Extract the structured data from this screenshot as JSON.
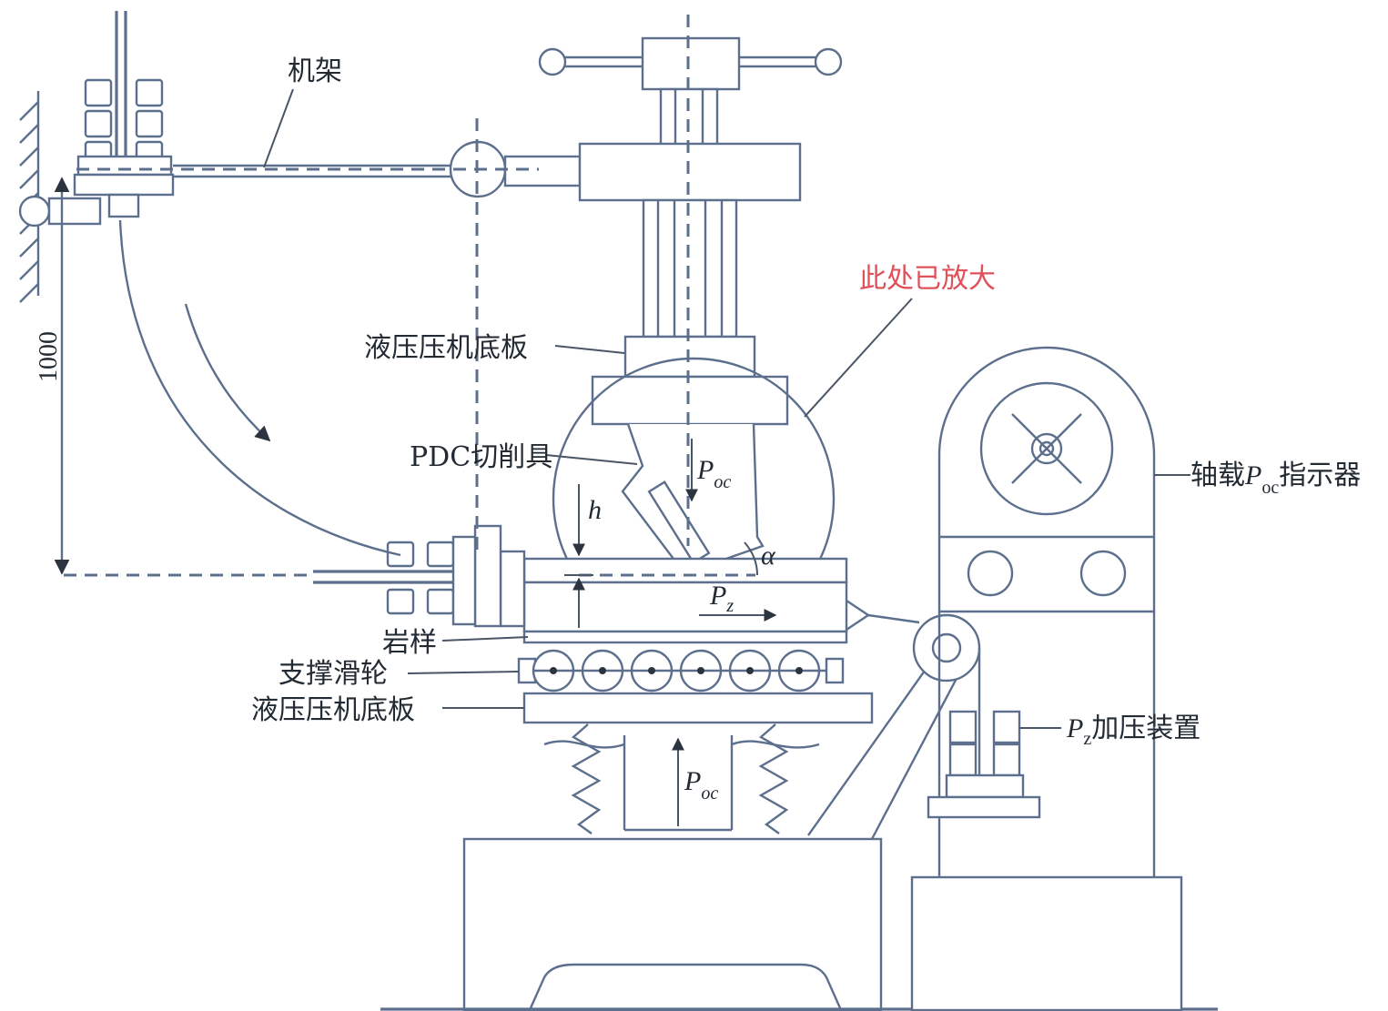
{
  "labels": {
    "frame": "机架",
    "magnified": "此处已放大",
    "press_plate_top": "液压压机底板",
    "pdc_cutter": "PDC切削具",
    "rock_sample": "岩样",
    "support_pulley": "支撑滑轮",
    "press_plate_bottom": "液压压机底板",
    "axial_indicator_prefix": "轴载",
    "axial_indicator_suffix": "指示器",
    "pz_device_suffix": "加压装置"
  },
  "symbols": {
    "p": "P",
    "oc": "oc",
    "z": "z",
    "h": "h",
    "alpha": "α"
  },
  "dimension": "1000",
  "colors": {
    "line": "#5c6f8c",
    "text": "#222a33",
    "highlight": "#e0505a"
  }
}
